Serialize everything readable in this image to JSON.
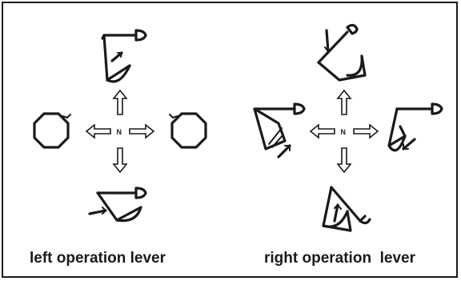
{
  "figure": {
    "left_caption": "left operation lever",
    "right_caption": "right operation  lever",
    "neutral_label": "N"
  },
  "icons": {
    "left_cross": "four-way-arrow-cross",
    "right_cross": "four-way-arrow-cross",
    "boom_arm": "boom-arm-pictogram",
    "swing": "swing-rotation-pictogram"
  }
}
